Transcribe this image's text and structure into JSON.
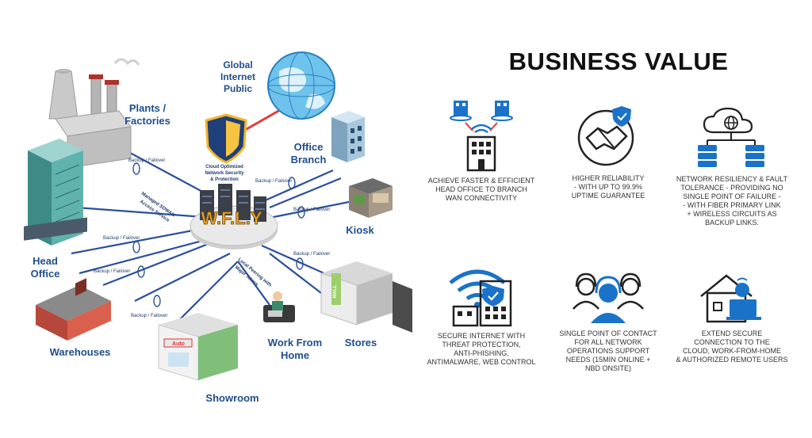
{
  "colors": {
    "link": "#2a4f9a",
    "accent": "#1a73c8",
    "security": "#e23a3a",
    "label": "#1f4e8c"
  },
  "diagram": {
    "labels": {
      "plants": "Plants /",
      "factories": "Factories",
      "global": "Global",
      "internet": "Internet",
      "public": "Public",
      "office": "Office",
      "branch": "Branch",
      "kiosk": "Kiosk",
      "head": "Head",
      "head_office": "Office",
      "warehouses": "Warehouses",
      "showroom": "Showroom",
      "work_from": "Work From",
      "home": "Home",
      "stores": "Stores"
    },
    "link_labels": {
      "bf1": "Backup / Failover",
      "bf2": "Backup / Failover",
      "bf3": "Backup / Failover",
      "bf4": "Backup / Failover",
      "bf5": "Backup / Failover",
      "bf6": "Backup / Failover",
      "bf7": "Backup / Failover",
      "sdwan1": "Managed SDWAN",
      "sdwan2": "Access Service",
      "peer1": "Local Peering with",
      "peer2": "Major Telcos"
    },
    "shield": {
      "line1": "Cloud Optimized",
      "line2": "Network Security",
      "line3": "& Protection"
    },
    "hub_logo": "W.F.L.Y",
    "mall_sign": "MALL",
    "auto_sign": "Auto"
  },
  "business_value": {
    "title": "BUSINESS VALUE",
    "items": [
      {
        "icon": "office-wifi-icon",
        "text": "ACHIEVE FASTER & EFFICIENT\nHEAD OFFICE TO BRANCH\nWAN CONNECTIVITY"
      },
      {
        "icon": "handshake-icon",
        "text": "HIGHER RELIABILITY\n- WITH UP TO 99.9%\nUPTIME GUARANTEE"
      },
      {
        "icon": "cloud-servers-icon",
        "text": "NETWORK RESILIENCY & FAULT\nTOLERANCE - PROVIDING NO\nSINGLE POINT OF FAILURE -\n- WITH FIBER PRIMARY LINK\n+ WIRELESS CIRCUITS AS\nBACKUP LINKS."
      },
      {
        "icon": "secure-wifi-building-icon",
        "text": "SECURE INTERNET WITH\nTHREAT PROTECTION,\nANTI-PHISHING,\nANTIMALWARE, WEB CONTROL"
      },
      {
        "icon": "support-team-icon",
        "text": "SINGLE POINT OF CONTACT\nFOR ALL NETWORK\nOPERATIONS SUPPORT\nNEEDS (15MIN ONLINE +\nNBD ONSITE)"
      },
      {
        "icon": "remote-home-icon",
        "text": "EXTEND SECURE\nCONNECTION TO THE\nCLOUD,  WORK-FROM-HOME\n& AUTHORIZED REMOTE USERS"
      }
    ]
  }
}
